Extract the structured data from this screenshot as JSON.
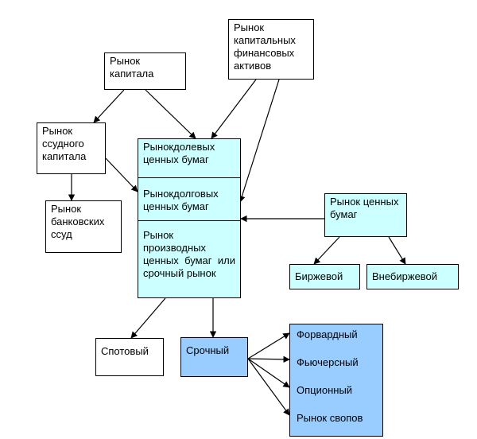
{
  "nodes": {
    "capital_market": "Рынок капитала",
    "capital_financial_assets": "Рынок капитальных финансовых активов",
    "loan_capital": "Рынок ссудного капитала",
    "bank_loans": "Рынок банковских ссуд",
    "equity_securities": "Рынокдолевых ценных бумаг",
    "debt_securities": "Рынокдолговых ценных бумаг",
    "derivative_securities": "Рынок производных ценных бумаг или срочный рынок",
    "securities_market": "Рынок ценных бумаг",
    "exchange": "Биржевой",
    "otc": "Внебиржевой",
    "spot": "Спотовый",
    "term": "Срочный",
    "forward": "Форвардный",
    "futures": "Фьючерсный",
    "option": "Опционный",
    "swaps": "Рынок свопов"
  },
  "colors": {
    "stack_fill": "#ccffff",
    "securities_fill": "#ccffff",
    "exchange_fill": "#ccffff",
    "otc_fill": "#ccffff",
    "term_fill": "#99ccff",
    "instruments_fill": "#99ccff",
    "line": "#000000"
  }
}
